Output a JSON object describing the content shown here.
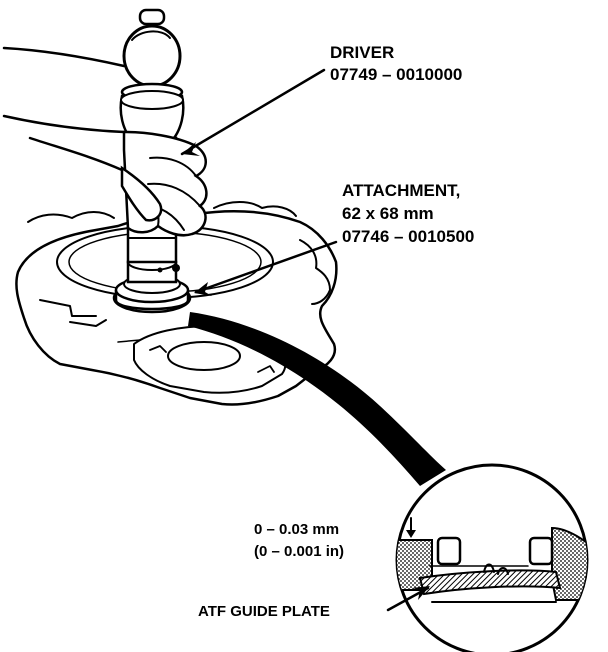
{
  "labels": {
    "driver_name": "DRIVER",
    "driver_part": "07749 – 0010000",
    "attachment_name": "ATTACHMENT,",
    "attachment_size": "62 x 68 mm",
    "attachment_part": "07746 – 0010500",
    "clearance_mm": "0 – 0.03 mm",
    "clearance_in": "(0 – 0.001 in)",
    "guide_plate": "ATF GUIDE PLATE"
  },
  "colors": {
    "ink": "#000000",
    "paper": "#ffffff"
  }
}
